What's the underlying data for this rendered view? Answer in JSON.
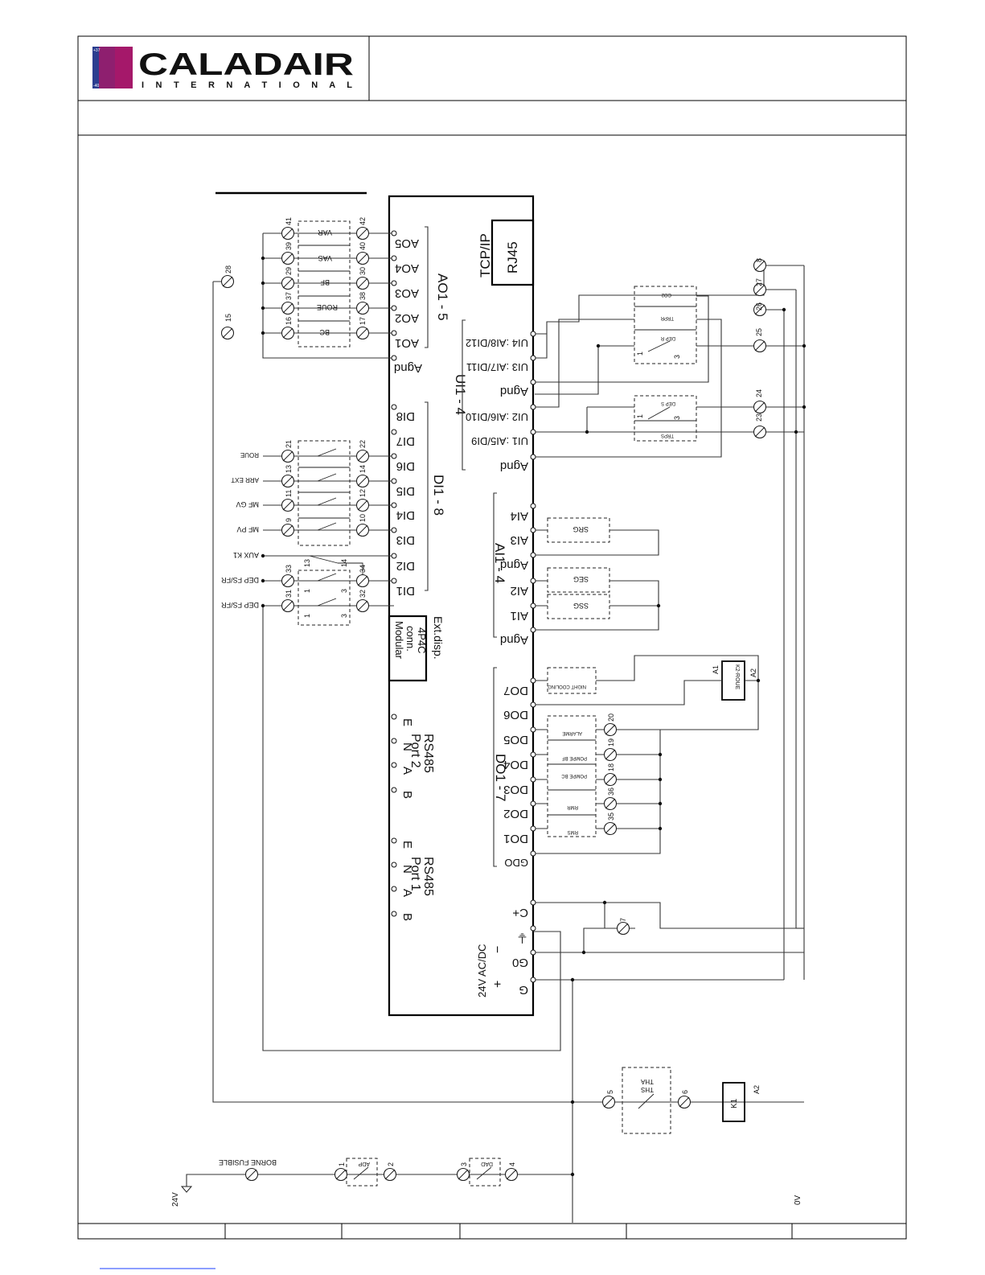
{
  "logo": {
    "brand": "CALADAIR",
    "sub": "I N T E R N A T I O N A L",
    "scale_top": "+37",
    "scale_bottom": "-40"
  },
  "controller": {
    "network": [
      "TCP/IP",
      "RJ45"
    ],
    "ao_group": "AO1 - 5",
    "ao_pins": [
      "AO5",
      "AO4",
      "AO3",
      "AO2",
      "AO1",
      "Agnd"
    ],
    "ui_group": "UI1 - 4",
    "ui_pins": [
      "UI4 :AI8/DI12",
      "UI3 :AI7/DI11",
      "Agnd",
      "UI2 :AI6/DI10",
      "UI1 :AI5/DI9",
      "Agnd"
    ],
    "di_group": "DI1 - 8",
    "di_pins": [
      "DI8",
      "DI7",
      "DI6",
      "DI5",
      "DI4",
      "DI3",
      "DI2",
      "DI1"
    ],
    "ai_group": "AI1 - 4",
    "ai_pins": [
      "AI4",
      "AI3",
      "Agnd",
      "AI2",
      "AI1",
      "Agnd"
    ],
    "modular": [
      "Modular",
      "conn.",
      "4P4C",
      "Ext.disp."
    ],
    "do_group": "DO1 - 7",
    "do_pins": [
      "DO7",
      "DO6",
      "DO5",
      "DO4",
      "DO3",
      "DO2",
      "DO1",
      "GDO"
    ],
    "port2": [
      "Port 2",
      "RS485"
    ],
    "port1": [
      "Port 1",
      "RS485"
    ],
    "port_pins": [
      "E",
      "N",
      "A",
      "B"
    ],
    "power": [
      "C+",
      "⏚",
      "G0",
      "G"
    ],
    "supply": "24V AC/DC",
    "supply_minus": "−",
    "supply_plus": "+"
  },
  "ao_devices": [
    "VAR",
    "VAS",
    "BF",
    "ROUE",
    "BC"
  ],
  "ao_terminals_top": [
    "41",
    "39",
    "29",
    "37",
    "16"
  ],
  "ao_terminals_bottom": [
    "42",
    "40",
    "30",
    "38",
    "17"
  ],
  "di_labels": [
    "ROUE",
    "ARR EXT",
    "MF GV",
    "MF PV",
    "AUX K1",
    "DEP FS/FR",
    "DEP FS/FR"
  ],
  "di_terminals_top": [
    "21",
    "13",
    "11",
    "9",
    "33",
    "31"
  ],
  "di_terminals_bottom": [
    "22",
    "14",
    "12",
    "10",
    "34",
    "32"
  ],
  "di_contacts": [
    "13",
    "14",
    "1",
    "3",
    "1",
    "3"
  ],
  "top_terminals": [
    "28",
    "15"
  ],
  "ui_devices": [
    "CO2",
    "TRPR",
    "DEP R",
    "DEP S",
    "TRPS"
  ],
  "ui_contacts": [
    "1",
    "3",
    "1",
    "3"
  ],
  "ui_terminals": [
    "8",
    "27",
    "26",
    "25",
    "24",
    "23"
  ],
  "ai_devices": [
    "SRG",
    "SEG",
    "SSG"
  ],
  "do_devices": [
    "NIGHT COOLING",
    "ALARME",
    "POMPE BF",
    "POMPE BC",
    "RMR",
    "RMS"
  ],
  "do_terminals": [
    "20",
    "19",
    "18",
    "36",
    "35"
  ],
  "relay": {
    "name": "K2-ROUE",
    "a1": "A1",
    "a2": "A2"
  },
  "power_terminals": [
    "7",
    "5",
    "6"
  ],
  "tha": [
    "THS",
    "THA"
  ],
  "k1": {
    "name": "K1",
    "a2": "A2"
  },
  "bottom_chain": {
    "fuse": "BORNE FUSIBLE",
    "adp": "ADP",
    "dad": "DAD",
    "terms": [
      "1",
      "2",
      "3",
      "4"
    ]
  },
  "rails": {
    "v24": "24V",
    "v0": "0V"
  }
}
